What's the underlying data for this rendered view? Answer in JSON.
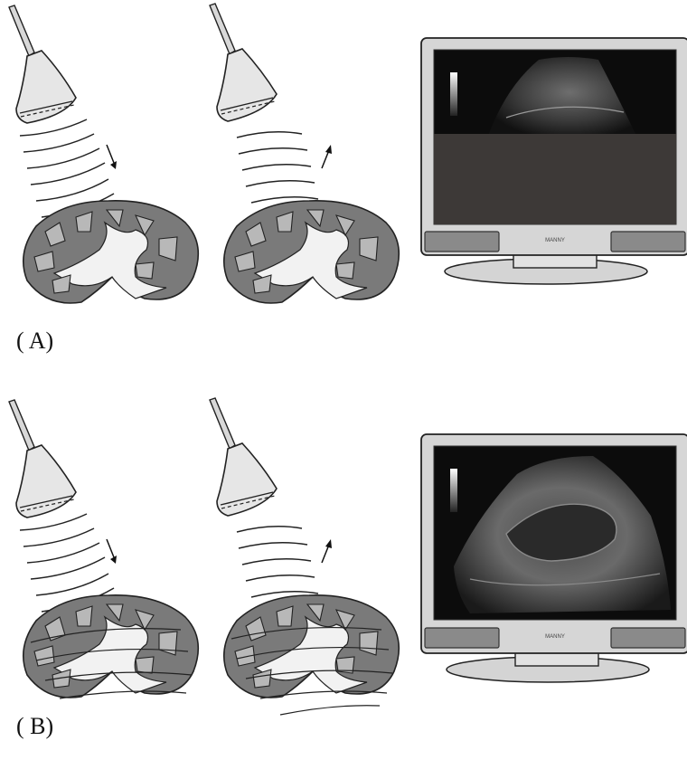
{
  "panels": [
    {
      "label": "( A)",
      "monitor_brand": "MANNY",
      "image": "renal-ultrasound-partial"
    },
    {
      "label": "( B)",
      "monitor_brand": "MANNY",
      "image": "renal-ultrasound-full"
    }
  ],
  "icons": [
    "ultrasound-probe-icon",
    "kidney-icon",
    "monitor-icon",
    "arrow-down-icon",
    "arrow-up-icon"
  ],
  "colors": {
    "kidney_fill": "#7a7a7a",
    "kidney_pelvis": "#f2f2f2",
    "probe_fill": "#e6e6e6",
    "monitor_frame": "#d0d0d0",
    "screen_dark": "#0c0c0c",
    "screen_gray": "#3d3937"
  }
}
